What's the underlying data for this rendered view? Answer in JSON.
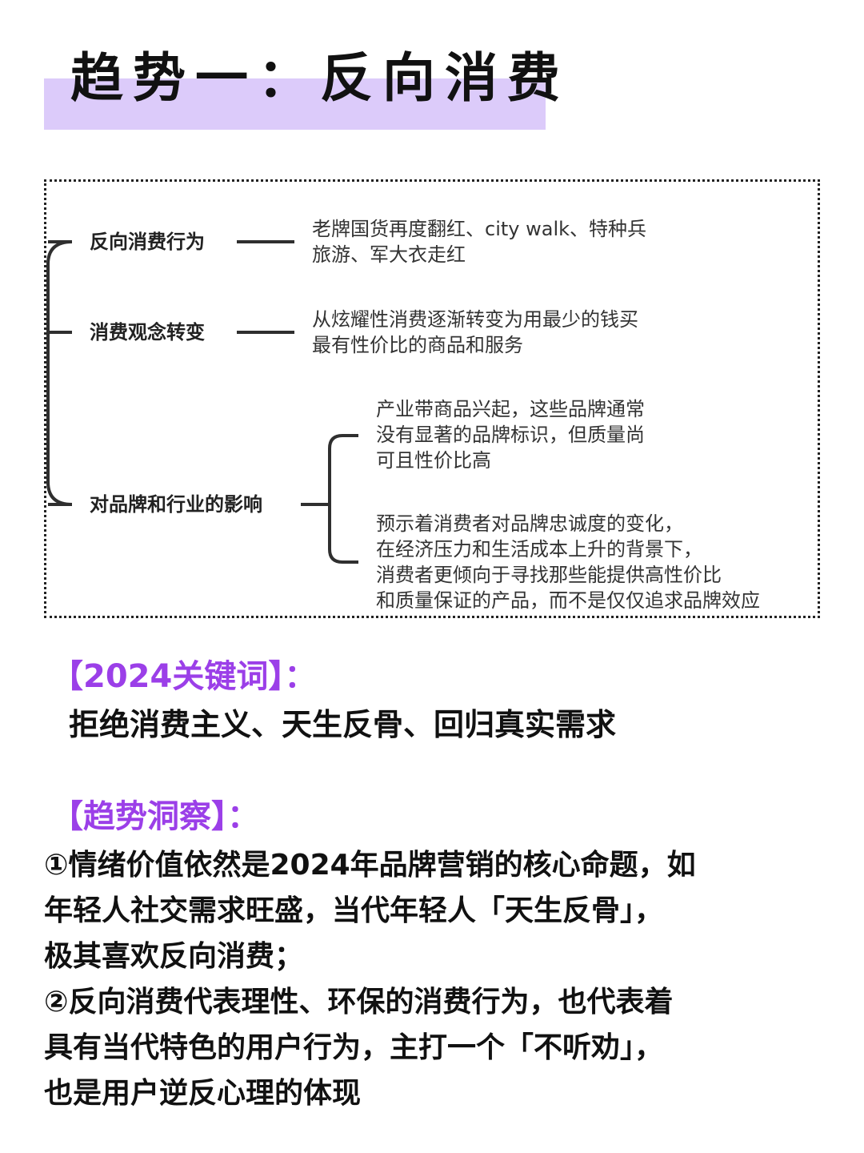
{
  "title": "趋势一：反向消费",
  "mindmap": {
    "branches": [
      {
        "label": "反向消费行为",
        "lines": [
          "老牌国货再度翻红、city walk、特种兵",
          "旅游、军大衣走红"
        ]
      },
      {
        "label": "消费观念转变",
        "lines": [
          "从炫耀性消费逐渐转变为用最少的钱买",
          "最有性价比的商品和服务"
        ]
      },
      {
        "label": "对品牌和行业的影响",
        "children": [
          {
            "lines": [
              "产业带商品兴起，这些品牌通常",
              "没有显著的品牌标识，但质量尚",
              "可且性价比高"
            ]
          },
          {
            "lines": [
              "预示着消费者对品牌忠诚度的变化，",
              "在经济压力和生活成本上升的背景下，",
              "消费者更倾向于寻找那些能提供高性价比",
              "和质量保证的产品，而不是仅仅追求品牌效应"
            ]
          }
        ]
      }
    ]
  },
  "keywords": {
    "heading": "【2024关键词】：",
    "text": "拒绝消费主义、天生反骨、回归真实需求"
  },
  "insight": {
    "heading": "【趋势洞察】：",
    "lines": [
      "①情绪价值依然是2024年品牌营销的核心命题，如",
      "年轻人社交需求旺盛，当代年轻人「天生反骨」，",
      "极其喜欢反向消费；",
      "②反向消费代表理性、环保的消费行为，也代表着",
      "具有当代特色的用户行为，主打一个「不听劝」，",
      "也是用户逆反心理的体现"
    ]
  },
  "colors": {
    "title_highlight": "#dccbfa",
    "heading_purple": "#9b3fe8",
    "connector": "#2f2f2f"
  }
}
